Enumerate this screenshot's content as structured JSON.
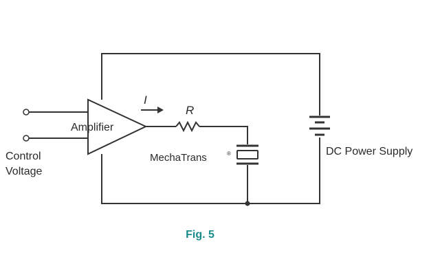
{
  "labels": {
    "amplifier": "Amplifier",
    "current": "I",
    "resistor": "R",
    "actuator": "MechaTrans",
    "actuator_mark": "®",
    "control_line1": "Control",
    "control_line2": "Voltage",
    "power_supply": "DC Power Supply",
    "figure_caption": "Fig. 5"
  },
  "colors": {
    "line": "#333333",
    "text": "#2a2a2a",
    "caption": "#1a8a8a"
  }
}
